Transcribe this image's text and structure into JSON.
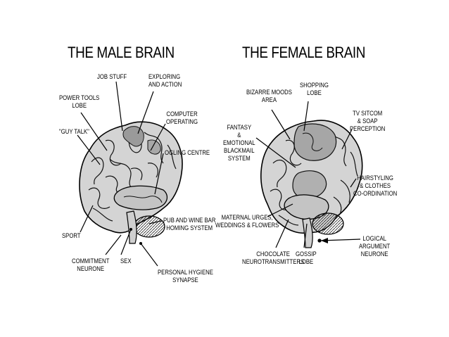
{
  "male": {
    "title": "THE MALE BRAIN",
    "labels": {
      "job_stuff": "JOB STUFF",
      "exploring": "EXPLORING\nAND ACTION",
      "power_tools": "POWER TOOLS\nLOBE",
      "computer": "COMPUTER\nOPERATING",
      "guy_talk": "\"GUY TALK\"",
      "ogling": "OGLING CENTRE",
      "pub": "PUB AND WINE BAR\nHOMING SYSTEM",
      "sport": "SPORT",
      "commitment": "COMMITMENT\nNEURONE",
      "sex": "SEX",
      "hygiene": "PERSONAL HYGIENE\nSYNAPSE"
    }
  },
  "female": {
    "title": "THE FEMALE BRAIN",
    "labels": {
      "bizarre": "BIZARRE MOODS\nAREA",
      "shopping": "SHOPPING\nLOBE",
      "tv": "TV SITCOM\n& SOAP\nPERCEPTION",
      "fantasy": "FANTASY\n&\nEMOTIONAL\nBLACKMAIL\nSYSTEM",
      "hairstyling": "HAIRSTYLING\n& CLOTHES\nCO-ORDINATION",
      "maternal": "MATERNAL URGES,\nWEDDINGS & FLOWERS",
      "logical": "LOGICAL\nARGUMENT\nNEURONE",
      "chocolate": "CHOCOLATE\nNEUROTRANSMITTERS",
      "gossip": "GOSSIP\nLOBE"
    }
  }
}
